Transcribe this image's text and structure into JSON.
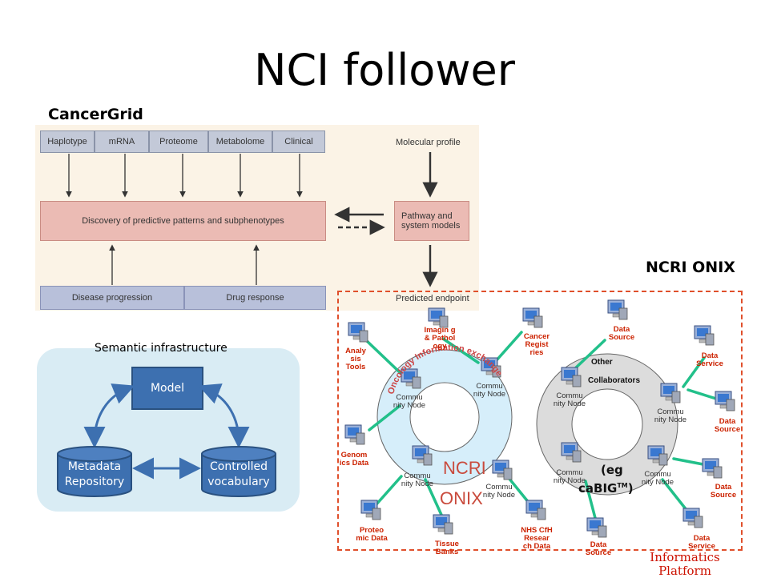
{
  "title": "NCI follower",
  "cancergrid": {
    "label": "CancerGrid",
    "top_boxes": [
      "Haplotype",
      "mRNA",
      "Proteome",
      "Metabolome",
      "Clinical"
    ],
    "molecular_profile": "Molecular profile",
    "discovery": "Discovery of predictive patterns and subphenotypes",
    "pathway": "Pathway and system models",
    "bottom_boxes": [
      "Disease progression",
      "Drug response"
    ],
    "predicted_endpoint": "Predicted endpoint"
  },
  "semantic": {
    "title": "Semantic infrastructure",
    "model": "Model",
    "metadata_line1": "Metadata",
    "metadata_line2": "Repository",
    "controlled_line1": "Controlled",
    "controlled_line2": "vocabulary"
  },
  "onix": {
    "label": "NCRI ONIX",
    "ring_left_text": "Oncology Information exchange",
    "ncri": "NCRI",
    "onix": "ONIX",
    "other_line1": "Other",
    "other_line2": "Collaborators",
    "eg_line1": "(eg",
    "eg_line2": "caBIG",
    "eg_tm": "TM",
    "eg_close": ")",
    "community_node": "Commu nity Node",
    "informatics": "Informatics Platform",
    "external": {
      "analysis_tools": "Analy sis Tools",
      "imaging": "Imagin g & Pathol ogy",
      "cancer_registries": "Cancer Regist ries",
      "genomics": "Genom ics Data",
      "proteomic": "Proteo mic Data",
      "tissue_banks": "Tissue Banks",
      "nhs": "NHS CfH Resear ch Data",
      "data_source_top": "Data Source",
      "data_service_right": "Data Service",
      "data_source_right1": "Data Source",
      "data_source_right2": "Data Source",
      "data_service_bottom": "Data Service",
      "data_source_bottom": "Data Source"
    }
  },
  "colors": {
    "node_link": "#22c08a",
    "ring_left": "#d6eefa",
    "ring_right": "#dcdcdc",
    "frame": "#e0502c",
    "label_red": "#cc2200"
  }
}
